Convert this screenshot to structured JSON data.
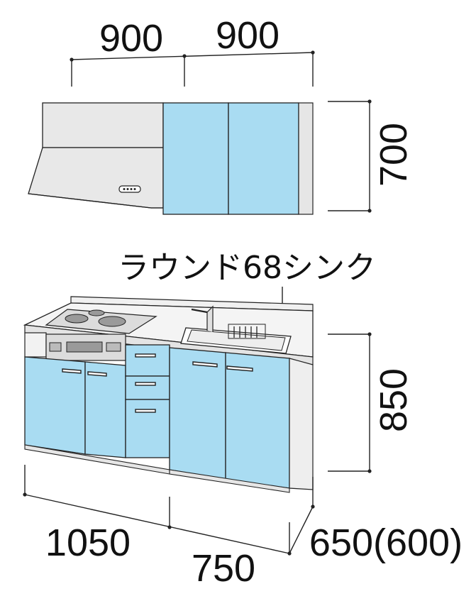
{
  "wall_cabinet": {
    "width_left": "900",
    "width_right": "900",
    "height": "700"
  },
  "base_cabinet": {
    "sink_label": "ラウンド68シンク",
    "width_left": "1050",
    "width_right": "750",
    "depth": "650(600)",
    "height": "850"
  },
  "colors": {
    "door_blue": "#a9dcf2",
    "hood_gray": "#e8e8e8",
    "line": "#222222"
  }
}
